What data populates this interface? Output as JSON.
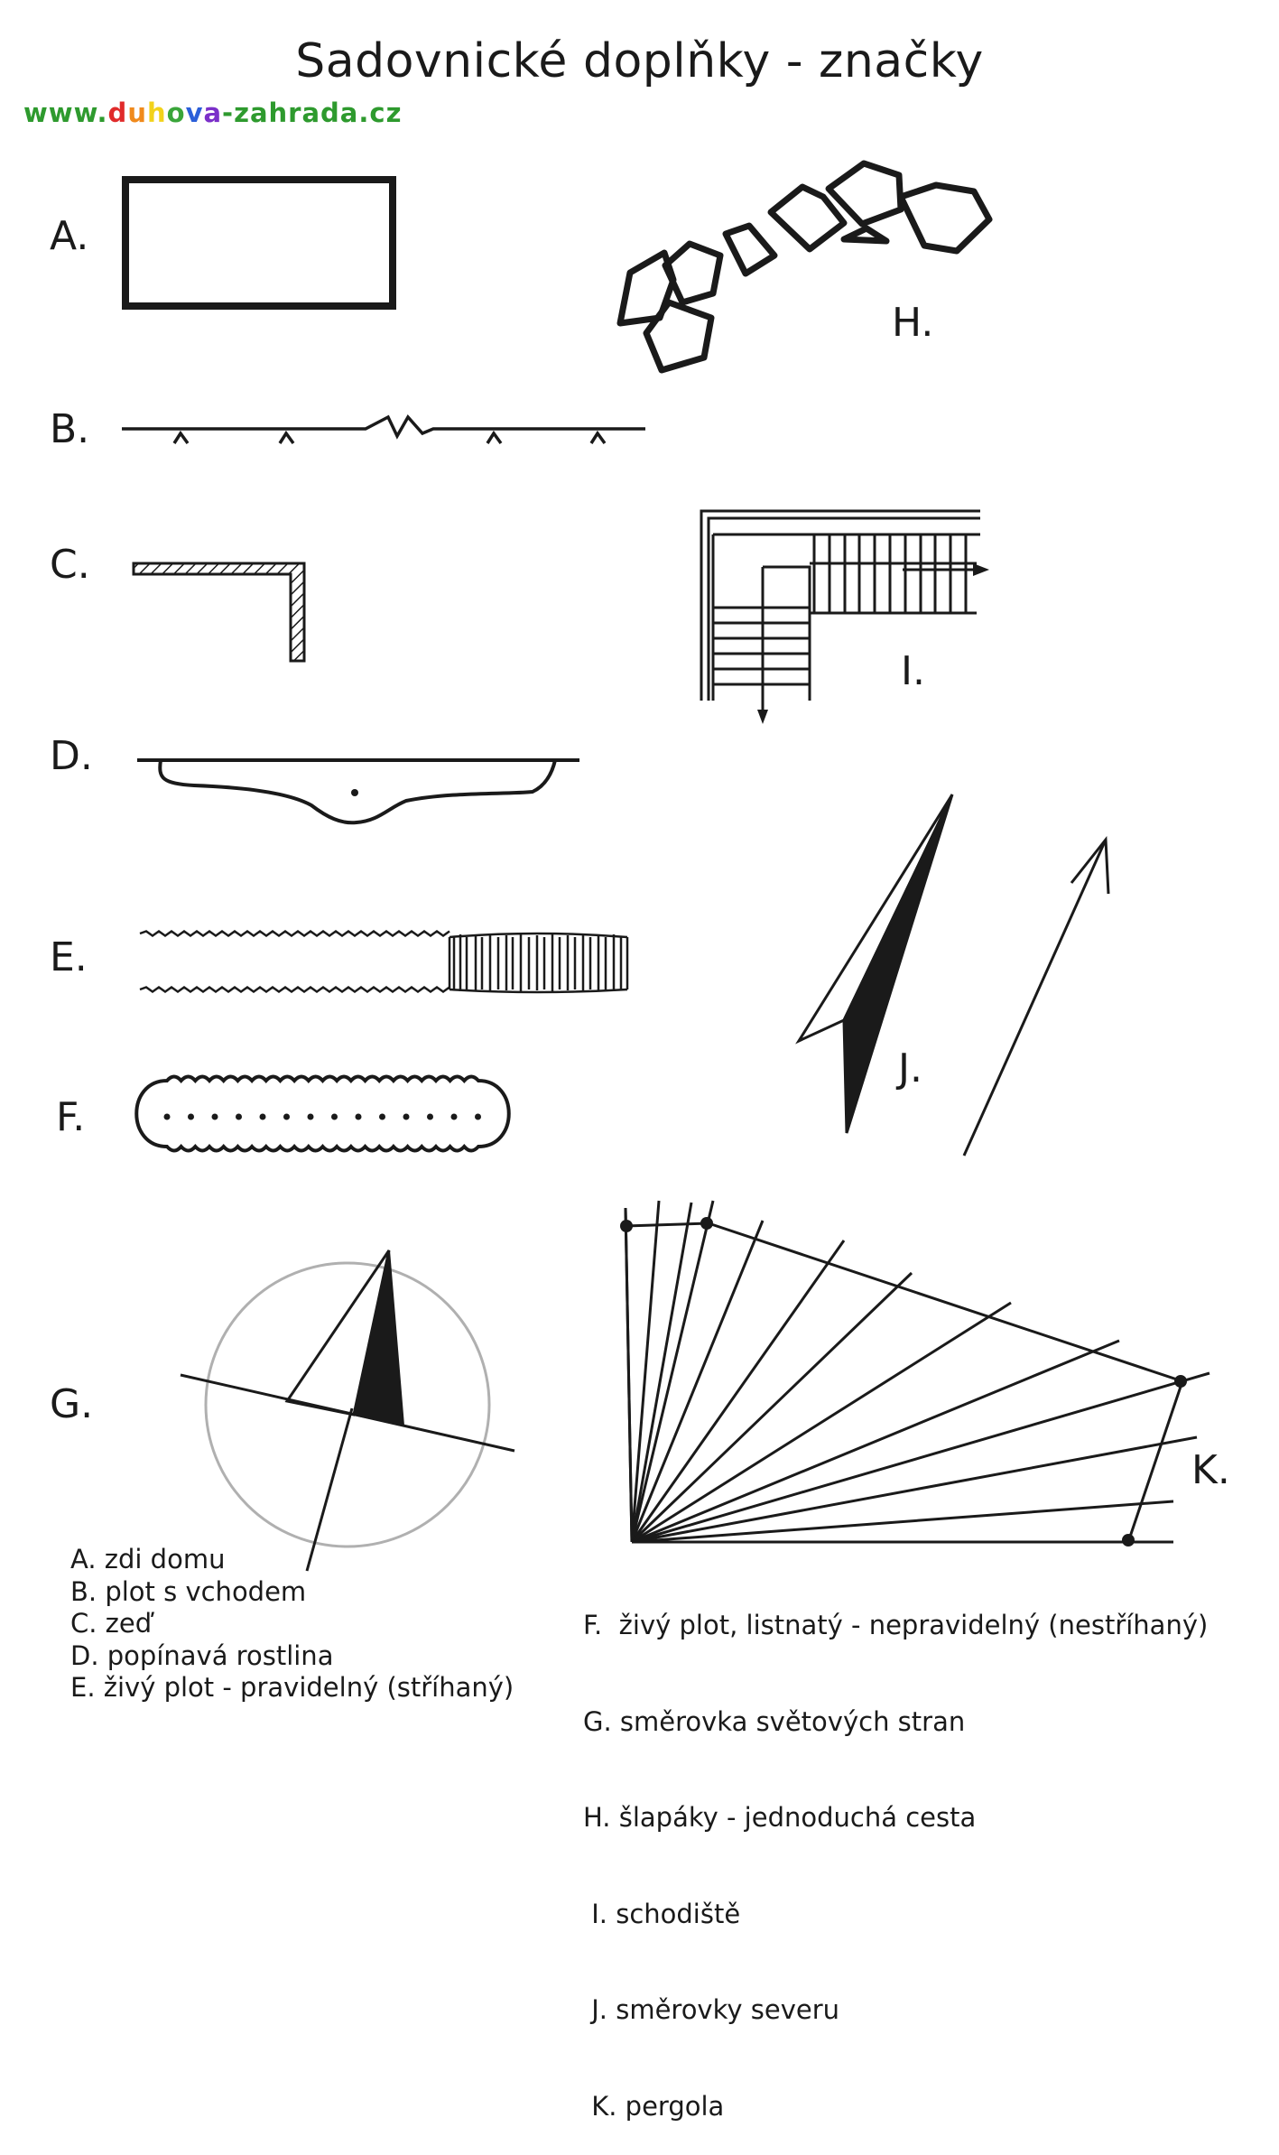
{
  "title": "Sadovnické doplňky - značky",
  "website": {
    "parts": [
      {
        "text": "www.",
        "color": "#2e9a2e"
      },
      {
        "text": "d",
        "color": "#e02b2b"
      },
      {
        "text": "u",
        "color": "#f08a1c"
      },
      {
        "text": "h",
        "color": "#f2d21b"
      },
      {
        "text": "o",
        "color": "#3aa53a"
      },
      {
        "text": "v",
        "color": "#2b5fd9"
      },
      {
        "text": "a",
        "color": "#7b2fc9"
      },
      {
        "text": "-zahrada.cz",
        "color": "#2e9a2e"
      }
    ]
  },
  "symbol_labels": {
    "A": "A.",
    "B": "B.",
    "C": "C.",
    "D": "D.",
    "E": "E.",
    "F": "F.",
    "G": "G.",
    "H": "H.",
    "I": "I.",
    "J": "J.",
    "K": "K."
  },
  "legend_left": [
    "A. zdi domu",
    "B. plot s vchodem",
    "C. zeď",
    "D. popínavá rostlina",
    "E. živý plot - pravidelný (stříhaný)"
  ],
  "legend_right": [
    "F.  živý plot, listnatý - nepravidelný (nestříhaný)",
    "G. směrovka světových stran",
    "H. šlapáky - jednoduchá cesta",
    " I. schodiště",
    " J. směrovky severu",
    " K. pergola"
  ],
  "colors": {
    "ink": "#1a1a1a",
    "compass_circle": "#b0b0b0"
  }
}
